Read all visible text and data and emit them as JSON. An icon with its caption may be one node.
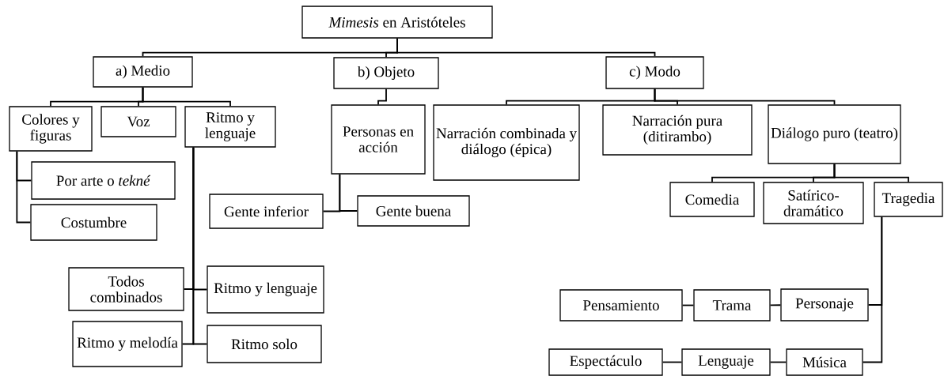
{
  "diagram": {
    "nodes": [
      {
        "text": [
          "*Mimesis* en Aristóteles"
        ]
      },
      {
        "text": [
          "a) Medio"
        ]
      },
      {
        "text": [
          "b) Objeto"
        ]
      },
      {
        "text": [
          "c) Modo"
        ]
      },
      {
        "text": [
          "Colores y figuras"
        ]
      },
      {
        "text": [
          "Voz"
        ]
      },
      {
        "text": [
          "Ritmo y lenguaje"
        ]
      },
      {
        "text": [
          "Por arte o *tekné*"
        ]
      },
      {
        "text": [
          "Costumbre"
        ]
      },
      {
        "text": [
          "Personas en acción"
        ]
      },
      {
        "text": [
          "Gente inferior"
        ]
      },
      {
        "text": [
          "Gente buena"
        ]
      },
      {
        "text": [
          "Narración combinada y diálogo (épica)"
        ]
      },
      {
        "text": [
          "Narración pura (ditirambo)"
        ]
      },
      {
        "text": [
          "Diálogo puro (teatro)"
        ]
      },
      {
        "text": [
          "Comedia"
        ]
      },
      {
        "text": [
          "Satírico-dramático"
        ]
      },
      {
        "text": [
          "Tragedia"
        ]
      },
      {
        "text": [
          "Todos combinados"
        ]
      },
      {
        "text": [
          "Ritmo y lenguaje"
        ]
      },
      {
        "text": [
          "Ritmo y melodía"
        ]
      },
      {
        "text": [
          "Ritmo solo"
        ]
      },
      {
        "text": [
          "Pensamiento"
        ]
      },
      {
        "text": [
          "Trama"
        ]
      },
      {
        "text": [
          "Personaje"
        ]
      },
      {
        "text": [
          "Espectáculo"
        ]
      },
      {
        "text": [
          "Lenguaje"
        ]
      },
      {
        "text": [
          "Música"
        ]
      }
    ],
    "edges": [
      {
        "from": 0,
        "to": 1,
        "arrow": "none"
      },
      {
        "from": 0,
        "to": 2,
        "arrow": "none"
      },
      {
        "from": 0,
        "to": 3,
        "arrow": "none"
      },
      {
        "from": 1,
        "to": 4,
        "arrow": "none"
      },
      {
        "from": 1,
        "to": 5,
        "arrow": "none"
      },
      {
        "from": 1,
        "to": 6,
        "arrow": "none"
      },
      {
        "from": 4,
        "to": 7,
        "arrow": "none"
      },
      {
        "from": 4,
        "to": 8,
        "arrow": "none"
      },
      {
        "from": 2,
        "to": 9,
        "arrow": "none"
      },
      {
        "from": 9,
        "to": 10,
        "arrow": "none"
      },
      {
        "from": 9,
        "to": 11,
        "arrow": "none"
      },
      {
        "from": 6,
        "to": 18,
        "arrow": "none"
      },
      {
        "from": 6,
        "to": 19,
        "arrow": "none"
      },
      {
        "from": 6,
        "to": 20,
        "arrow": "none"
      },
      {
        "from": 6,
        "to": 21,
        "arrow": "none"
      },
      {
        "from": 3,
        "to": 12,
        "arrow": "none"
      },
      {
        "from": 3,
        "to": 13,
        "arrow": "none"
      },
      {
        "from": 3,
        "to": 14,
        "arrow": "none"
      },
      {
        "from": 14,
        "to": 15,
        "arrow": "none"
      },
      {
        "from": 14,
        "to": 16,
        "arrow": "none"
      },
      {
        "from": 14,
        "to": 17,
        "arrow": "none"
      },
      {
        "from": 17,
        "to": 24,
        "arrow": "none"
      },
      {
        "from": 17,
        "to": 27,
        "arrow": "none"
      },
      {
        "from": 22,
        "to": 23,
        "arrow": "none"
      },
      {
        "from": 23,
        "to": 24,
        "arrow": "none"
      },
      {
        "from": 25,
        "to": 26,
        "arrow": "none"
      },
      {
        "from": 26,
        "to": 27,
        "arrow": "none"
      }
    ]
  }
}
